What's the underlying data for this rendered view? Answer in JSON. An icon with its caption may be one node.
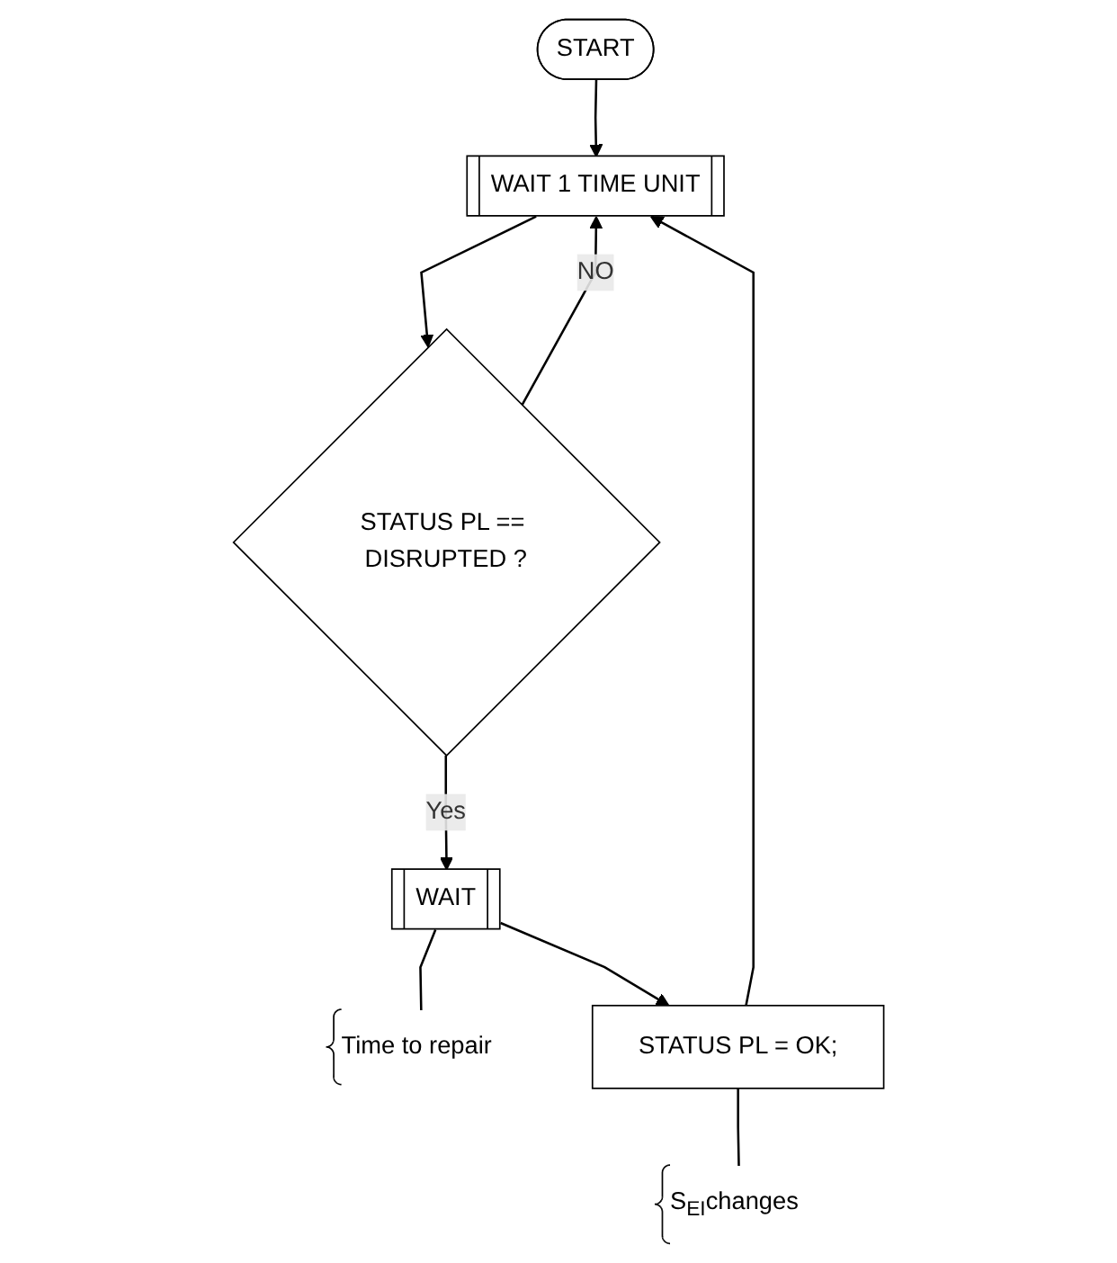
{
  "diagram": {
    "nodes": [
      {
        "text": [
          "START"
        ]
      },
      {
        "text": [
          "WAIT 1 TIME UNIT"
        ]
      },
      {
        "text": [
          "STATUS PL == DISRUPTED ?"
        ]
      },
      {
        "text": [
          "WAIT"
        ]
      },
      {
        "text": [
          "Time to repair"
        ]
      },
      {
        "text": [
          "STATUS PL = OK;"
        ]
      },
      {
        "text": [
          "S$_{EI}$changes"
        ]
      }
    ],
    "edges": [
      {
        "from": 0,
        "to": 1,
        "arrow": "to"
      },
      {
        "from": 1,
        "to": 2,
        "arrow": "to"
      },
      {
        "from": 2,
        "to": 1,
        "label": "NO",
        "arrow": "to"
      },
      {
        "from": 2,
        "to": 3,
        "label": "Yes",
        "arrow": "to"
      },
      {
        "from": 3,
        "to": 4,
        "arrow": "none"
      },
      {
        "from": 3,
        "to": 5,
        "arrow": "to"
      },
      {
        "from": 5,
        "to": 1,
        "arrow": "to"
      },
      {
        "from": 5,
        "to": 6,
        "arrow": "none"
      }
    ]
  }
}
